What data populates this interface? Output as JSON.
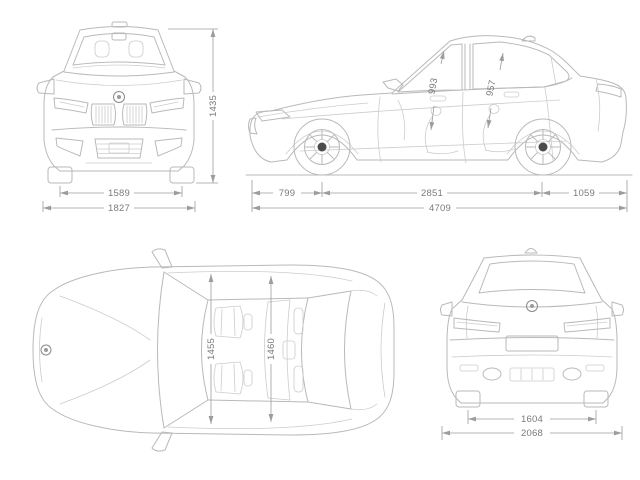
{
  "views": {
    "front": {
      "height_mm": "1435",
      "track_width_mm": "1589",
      "overall_width_mm": "1827"
    },
    "side": {
      "front_headroom_mm": "993",
      "rear_headroom_mm": "957",
      "front_overhang_mm": "799",
      "wheelbase_mm": "2851",
      "rear_overhang_mm": "1059",
      "overall_length_mm": "4709"
    },
    "top": {
      "front_interior_width_mm": "1455",
      "rear_interior_width_mm": "1460"
    },
    "rear": {
      "rear_track_width_mm": "1604",
      "width_incl_mirrors_mm": "2068"
    }
  },
  "palette": {
    "car_line": "#b9b9b9",
    "dimension_line": "#9c9c9c",
    "dimension_text": "#7a7a7a",
    "background": "#ffffff"
  }
}
